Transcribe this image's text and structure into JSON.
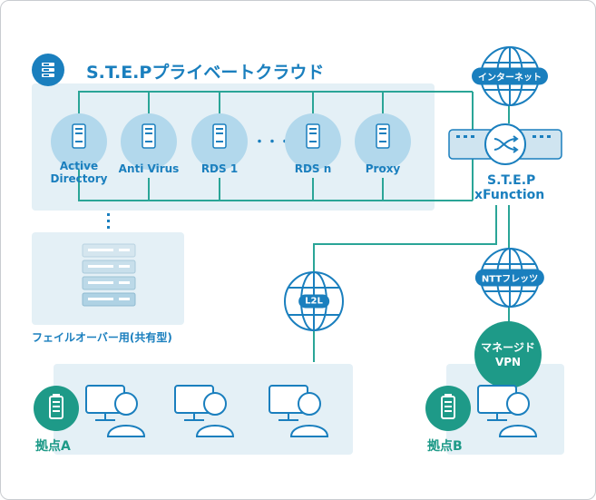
{
  "cloud": {
    "title": "S.T.E.Pプライベートクラウド",
    "servers": [
      {
        "label": "Active\nDirectory"
      },
      {
        "label": "Anti Virus"
      },
      {
        "label": "RDS 1"
      },
      {
        "label": "RDS n"
      },
      {
        "label": "Proxy"
      }
    ],
    "ellipsis": "・・・"
  },
  "failover": {
    "label": "フェイルオーバー用(共有型)"
  },
  "internet": {
    "label": "インターネット"
  },
  "xfunction": {
    "label_line1": "S.T.E.P",
    "label_line2": "xFunction"
  },
  "ntt": {
    "label": "NTTフレッツ"
  },
  "l2l": {
    "label": "L2L"
  },
  "managed_vpn": {
    "line1": "マネージド",
    "line2": "VPN"
  },
  "site_a": {
    "label": "拠点A"
  },
  "site_b": {
    "label": "拠点B"
  },
  "colors": {
    "accent": "#1a7fbe",
    "teal": "#1e9a88",
    "panel": "#e4f0f6",
    "line": "#2aa597"
  }
}
